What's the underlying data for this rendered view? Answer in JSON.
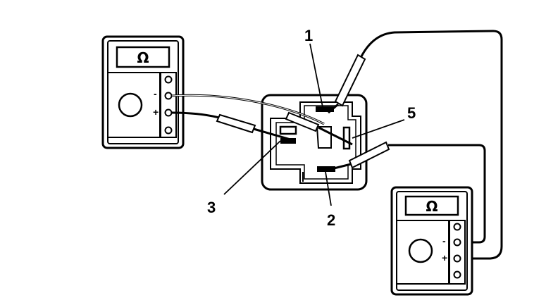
{
  "meters": [
    {
      "symbol": "Ω",
      "minus": "-",
      "plus": "+"
    },
    {
      "symbol": "Ω",
      "minus": "-",
      "plus": "+"
    }
  ],
  "terminal_labels": [
    "1",
    "5",
    "3",
    "2"
  ]
}
